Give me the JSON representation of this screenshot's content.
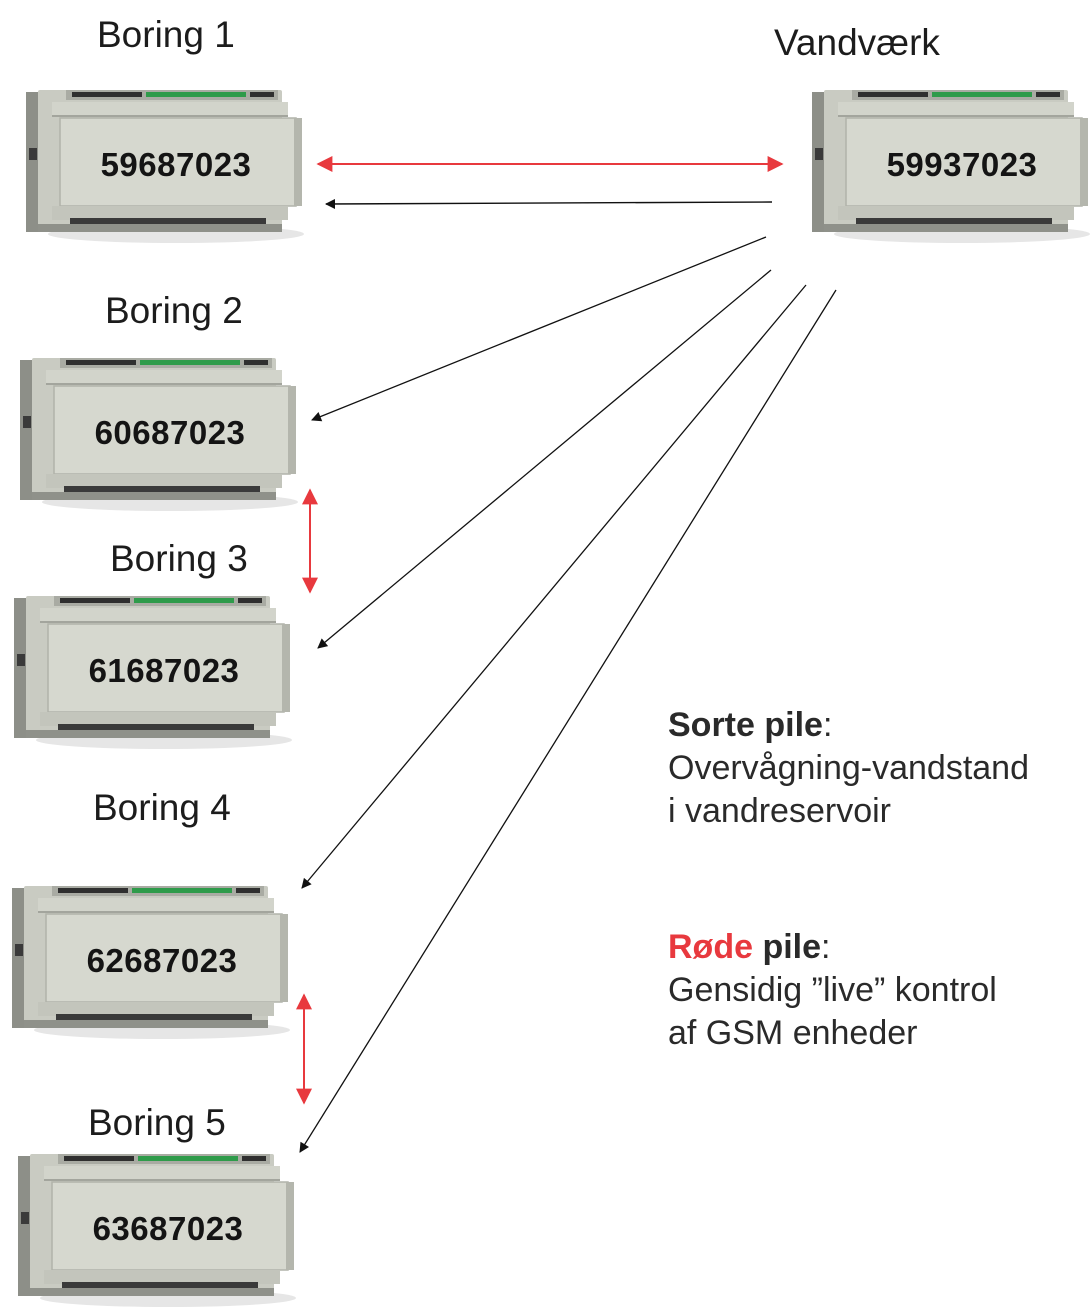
{
  "stations": {
    "boring1": {
      "label": "Boring 1",
      "number": "59687023"
    },
    "boring2": {
      "label": "Boring 2",
      "number": "60687023"
    },
    "boring3": {
      "label": "Boring 3",
      "number": "61687023"
    },
    "boring4": {
      "label": "Boring 4",
      "number": "62687023"
    },
    "boring5": {
      "label": "Boring 5",
      "number": "63687023"
    },
    "vandvaerk": {
      "label": "Vandværk",
      "number": "59937023"
    }
  },
  "legend": {
    "black": {
      "title": "Sorte pile",
      "colon": ":",
      "line1": "Overvågning-vandstand",
      "line2": "i vandreservoir"
    },
    "red": {
      "title_red": "Røde",
      "title_rest": " pile",
      "colon": ":",
      "line1": "Gensidig ”live” kontrol",
      "line2": "af GSM enheder"
    }
  },
  "colors": {
    "red_arrow": "#e8393e",
    "black_arrow": "#111111",
    "device_body": "#c9cbc2",
    "device_face": "#d6d8cf",
    "device_shadow": "#8d8f88",
    "led_green": "#2e9b4a"
  },
  "icons": {
    "device": "gsm-unit-din-rail-icon",
    "arrowhead": "arrowhead-icon"
  }
}
